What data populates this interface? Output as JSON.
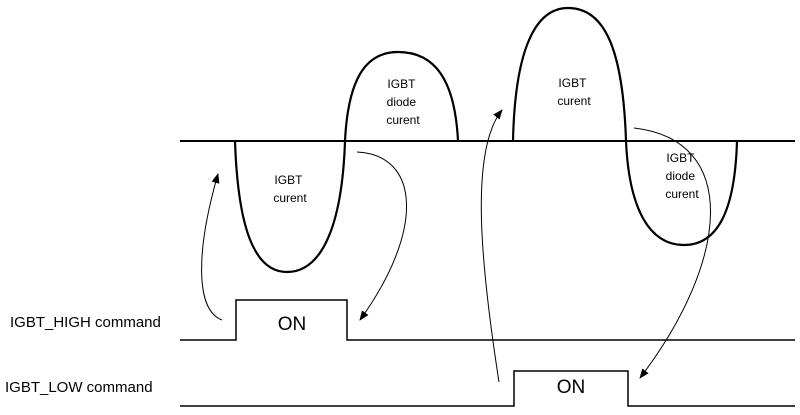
{
  "labels": {
    "igbt_high": "IGBT_HIGH command",
    "igbt_low": "IGBT_LOW command"
  },
  "high_pulse": "ON",
  "low_pulse": "ON",
  "lobes": [
    {
      "line1": "IGBT",
      "line2": "curent"
    },
    {
      "line1": "IGBT",
      "line2": "diode",
      "line3": "curent"
    },
    {
      "line1": "IGBT",
      "line2": "curent"
    },
    {
      "line1": "IGBT",
      "line2": "diode",
      "line3": "curent"
    }
  ]
}
